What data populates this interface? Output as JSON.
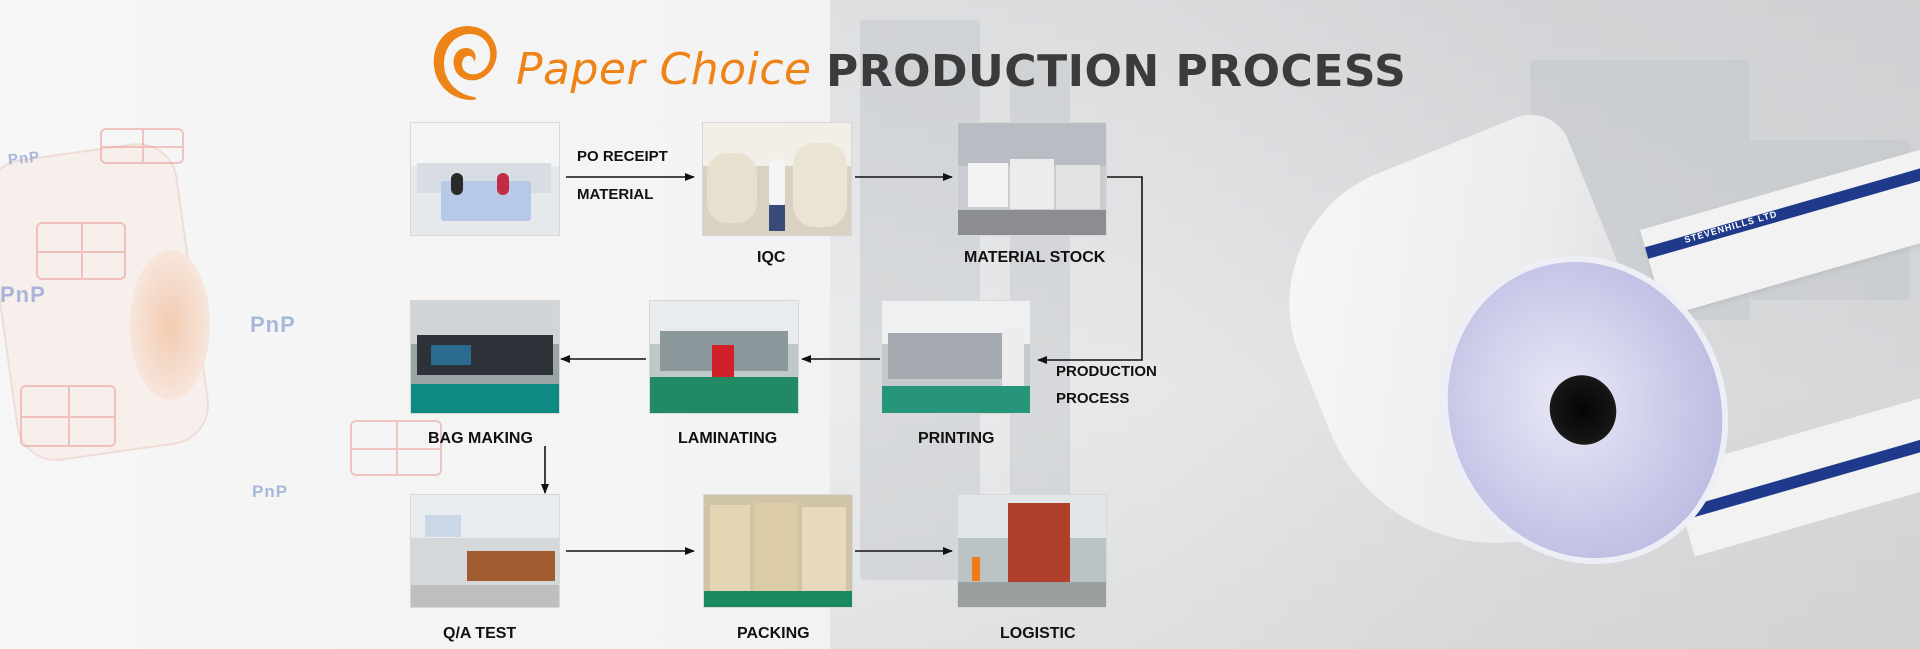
{
  "header": {
    "brand_name": "Paper Choice",
    "title": "PRODUCTION PROCESS"
  },
  "brand_color": "#ee8418",
  "decor": {
    "pnp_brand": "PnP",
    "roll_print": "STEVENHILLS LTD"
  },
  "steps": {
    "office": {
      "label": ""
    },
    "iqc": {
      "label": "IQC"
    },
    "material_stock": {
      "label": "MATERIAL STOCK"
    },
    "printing": {
      "label": "PRINTING"
    },
    "laminating": {
      "label": "LAMINATING"
    },
    "bag_making": {
      "label": "BAG MAKING"
    },
    "qa_test": {
      "label": "Q/A TEST"
    },
    "packing": {
      "label": "PACKING"
    },
    "logistic": {
      "label": "LOGISTIC"
    }
  },
  "arrow_labels": {
    "po_receipt": "PO RECEIPT",
    "material": "MATERIAL",
    "production": "PRODUCTION",
    "process": "PROCESS"
  },
  "icons": [
    "swirl-logo-icon",
    "arrow-right-icon",
    "arrow-left-icon",
    "arrow-down-icon"
  ]
}
